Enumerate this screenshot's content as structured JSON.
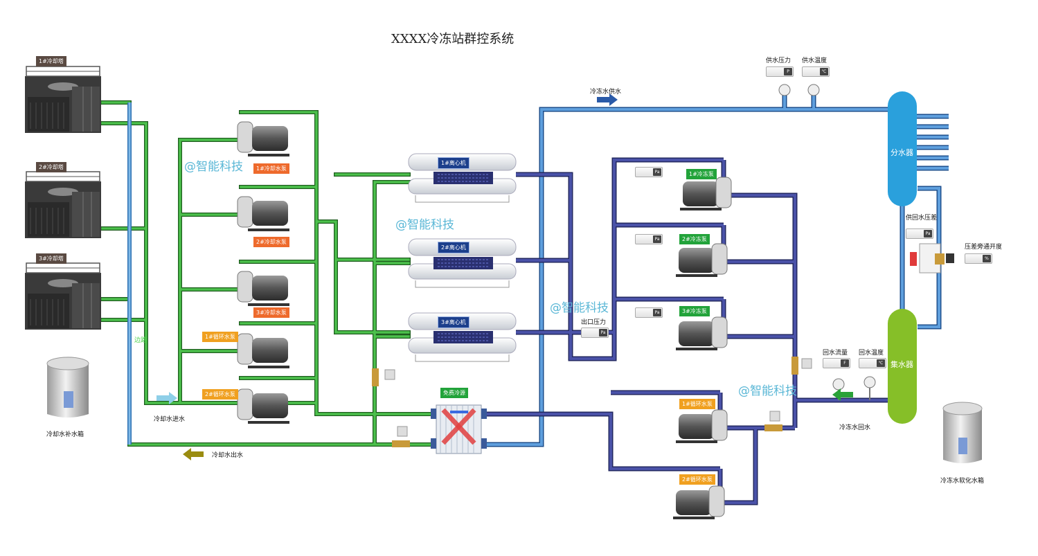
{
  "title": "XXXX冷冻站群控系统",
  "cooling_towers": [
    "1#冷却塔",
    "2#冷却塔",
    "3#冷却塔"
  ],
  "cooling_pumps": [
    "1#冷却水泵",
    "2#冷却水泵",
    "3#冷却水泵"
  ],
  "circulation_pumps_left": [
    "1#循环水泵",
    "2#循环水泵"
  ],
  "chillers": [
    "1#离心机",
    "2#离心机",
    "3#离心机"
  ],
  "chilled_pumps": [
    "1#冷冻泵",
    "2#冷冻泵",
    "3#冷冻泵"
  ],
  "circulation_pumps_right": [
    "1#循环水泵",
    "2#循环水泵"
  ],
  "free_cooling": "免费冷源",
  "distributor": "分水器",
  "collector": "集水器",
  "labels": {
    "makeup_tank": "冷却水补水箱",
    "cooling_in": "冷却水进水",
    "cooling_out": "冷却水出水",
    "bypass": "边路",
    "chilled_supply": "冷冻水供水",
    "chilled_return": "冷冻水回水",
    "supply_pressure": "供水压力",
    "supply_temp": "供水温度",
    "outlet_pressure": "出口压力",
    "return_flow": "回水流量",
    "return_temp": "回水温度",
    "diff_pressure": "供回水压差",
    "bypass_opening": "压差旁通开度",
    "soft_tank": "冷冻水软化水箱"
  },
  "units": {
    "pa": "Pa",
    "p": "P",
    "c": "℃",
    "pct": "%",
    "f": "F"
  },
  "watermark": "@智能科技",
  "colors": {
    "green_pipe": "#3c9a3c",
    "blue_pipe": "#3d7dc4",
    "navy_pipe": "#33397c",
    "distributor": "#2a9ed8",
    "collector": "#84bd28",
    "arrow_blue": "#2a5aa8",
    "arrow_green": "#2aa238",
    "arrow_cyan": "#8ecfe8",
    "arrow_olive": "#9a8c10"
  }
}
